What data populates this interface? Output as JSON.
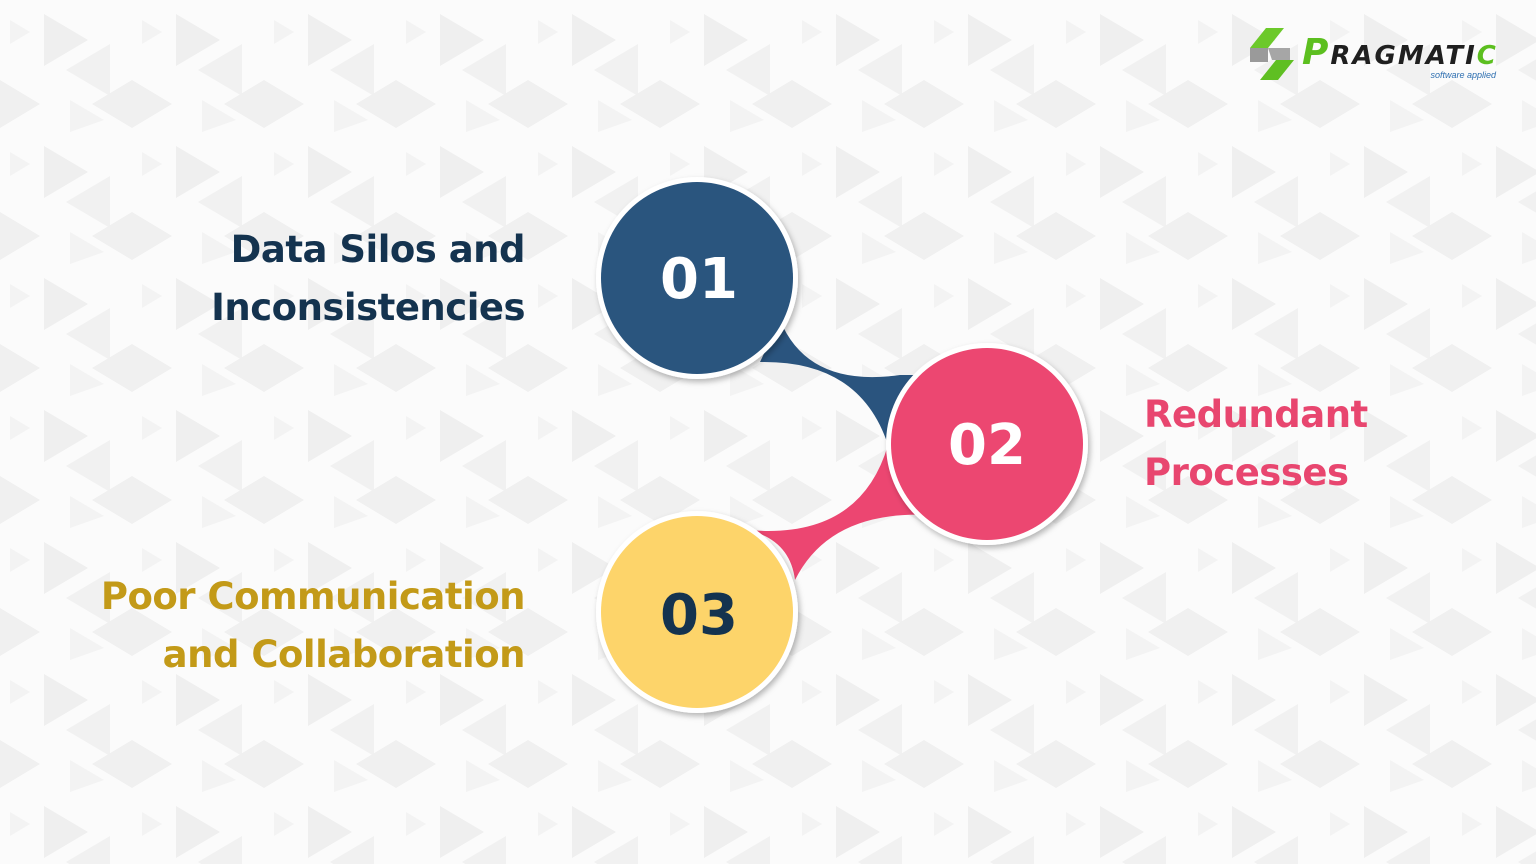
{
  "logo": {
    "name_first": "P",
    "name_middle": "RAGMATI",
    "name_last": "C",
    "tagline": "software applied",
    "colors": {
      "green": "#5cbf1f",
      "gray": "#8a8a8a",
      "text": "#1f1f1f",
      "tagline": "#2e6fb0"
    }
  },
  "steps": [
    {
      "number": "01",
      "title_lines": [
        "Data Silos and",
        "Inconsistencies"
      ],
      "circle_color": "#2a547e",
      "number_color": "#ffffff",
      "title_color": "#14334f"
    },
    {
      "number": "02",
      "title_lines": [
        "Redundant",
        "Processes"
      ],
      "circle_color": "#ec4671",
      "number_color": "#ffffff",
      "title_color": "#e8466f"
    },
    {
      "number": "03",
      "title_lines": [
        "Poor Communication",
        "and Collaboration"
      ],
      "circle_color": "#fdd46b",
      "number_color": "#14334f",
      "title_color": "#c39a18"
    }
  ],
  "background": {
    "base": "#fbfbfb",
    "triangle": "#eeeeee"
  }
}
